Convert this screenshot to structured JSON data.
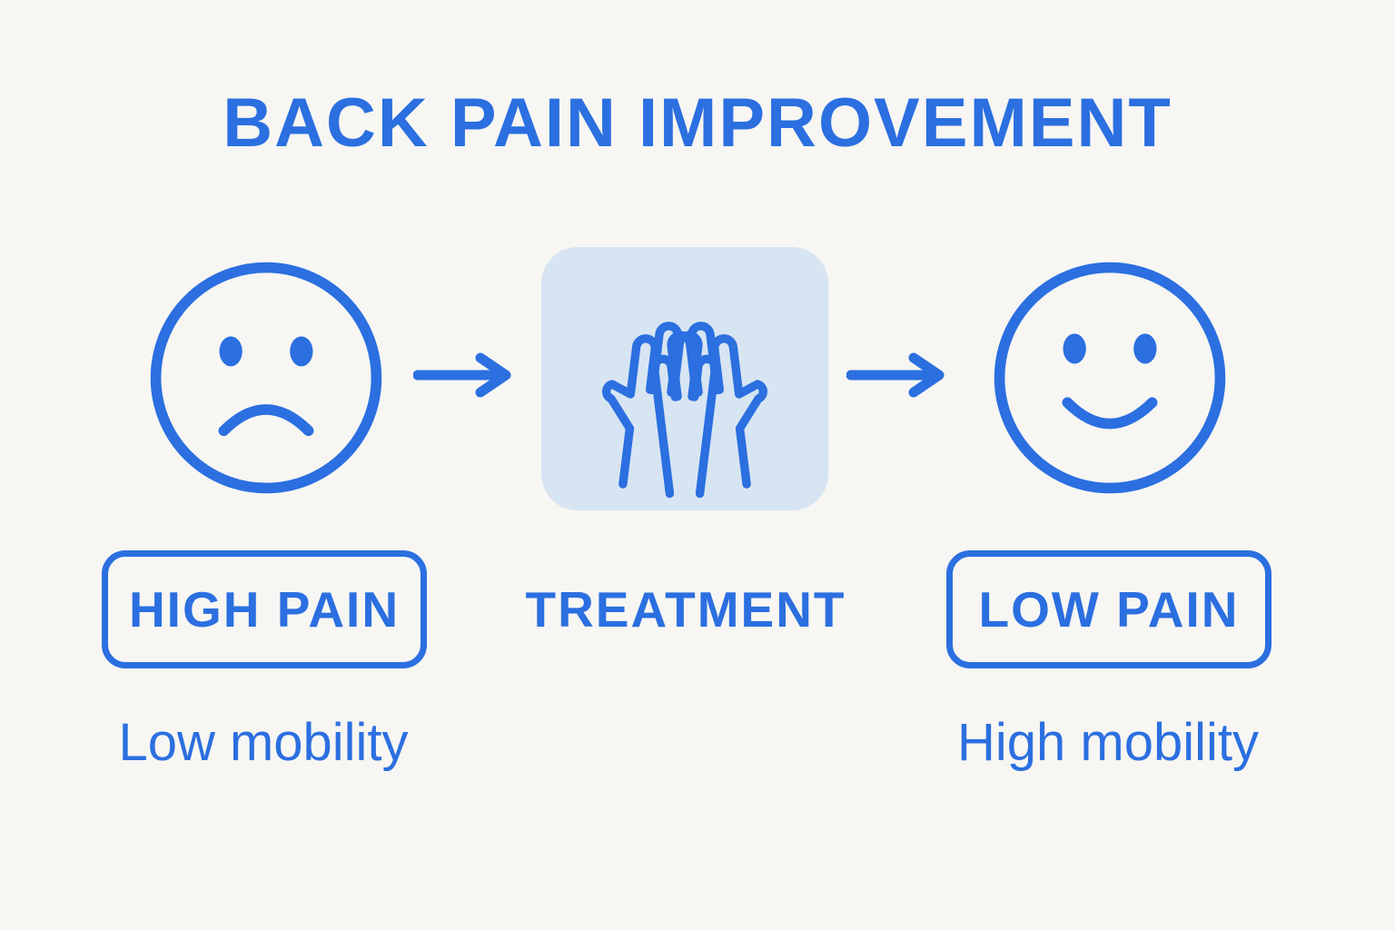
{
  "title": "BACK PAIN IMPROVEMENT",
  "colors": {
    "blue": "#2b6fe0",
    "light_blue": "#d7e5f2",
    "background": "#f7f6f3"
  },
  "stages": {
    "before": {
      "label": "HIGH PAIN",
      "sublabel": "Low mobility",
      "icon": "sad-face-icon"
    },
    "treatment": {
      "label": "TREATMENT",
      "icon": "helping-hands-icon"
    },
    "after": {
      "label": "LOW PAIN",
      "sublabel": "High mobility",
      "icon": "happy-face-icon"
    },
    "connector": "arrow-right-icon"
  }
}
